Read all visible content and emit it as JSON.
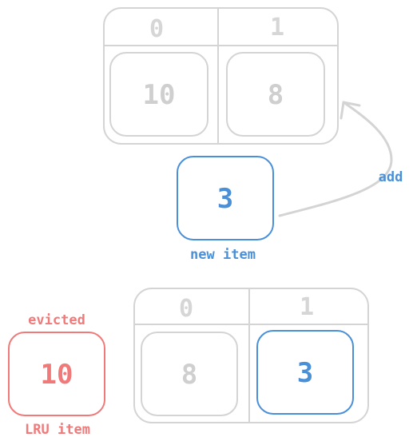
{
  "colors": {
    "frame": "#d4d4d4",
    "grey_text": "#cfcfcf",
    "blue": "#4a90d9",
    "red": "#f07a7a"
  },
  "top_cache": {
    "slots": [
      {
        "index": "0",
        "value": "10"
      },
      {
        "index": "1",
        "value": "8"
      }
    ]
  },
  "new_item": {
    "value": "3",
    "label": "new item"
  },
  "arrow_label": "add",
  "bottom_cache": {
    "slots": [
      {
        "index": "0",
        "value": "8"
      },
      {
        "index": "1",
        "value": "3"
      }
    ]
  },
  "evicted": {
    "top_label": "evicted",
    "value": "10",
    "bottom_label": "LRU item"
  }
}
